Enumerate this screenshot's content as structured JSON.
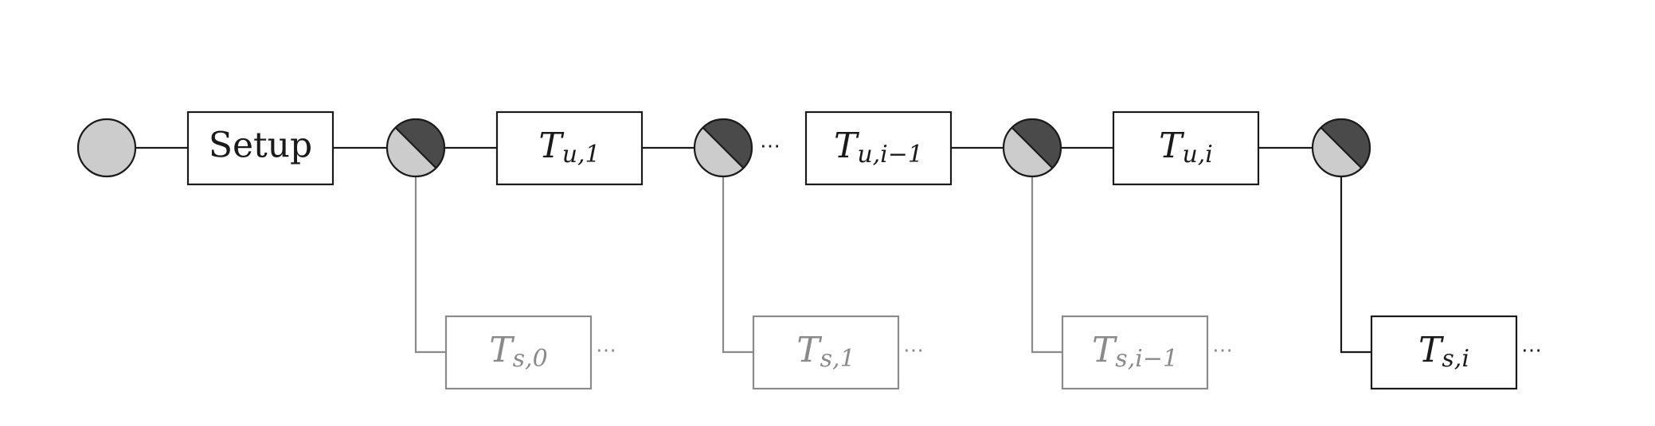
{
  "colors": {
    "stroke": "#1a1a1a",
    "faded": "#8a8a8a",
    "node_light": "#cccccc",
    "node_dark": "#4a4a4a",
    "background": "#ffffff"
  },
  "main_chain": {
    "start_node": {
      "icon": "circle-node-icon"
    },
    "boxes": [
      {
        "id": "setup",
        "label": "Setup",
        "math": false
      },
      {
        "id": "tu1",
        "label": "T",
        "sub": "u,1",
        "math": true
      },
      {
        "id": "tui-1",
        "label": "T",
        "sub": "u,i−1",
        "math": true
      },
      {
        "id": "tui",
        "label": "T",
        "sub": "u,i",
        "math": true
      }
    ],
    "split_nodes": [
      "split-node-icon",
      "split-node-icon",
      "split-node-icon",
      "split-node-icon"
    ],
    "ellipsis": "⋯"
  },
  "branches": [
    {
      "id": "ts0",
      "label": "T",
      "sub": "s,0",
      "faded": true
    },
    {
      "id": "ts1",
      "label": "T",
      "sub": "s,1",
      "faded": true
    },
    {
      "id": "tsi-1",
      "label": "T",
      "sub": "s,i−1",
      "faded": true
    },
    {
      "id": "tsi",
      "label": "T",
      "sub": "s,i",
      "faded": false
    }
  ],
  "branch_ellipsis": "⋯"
}
